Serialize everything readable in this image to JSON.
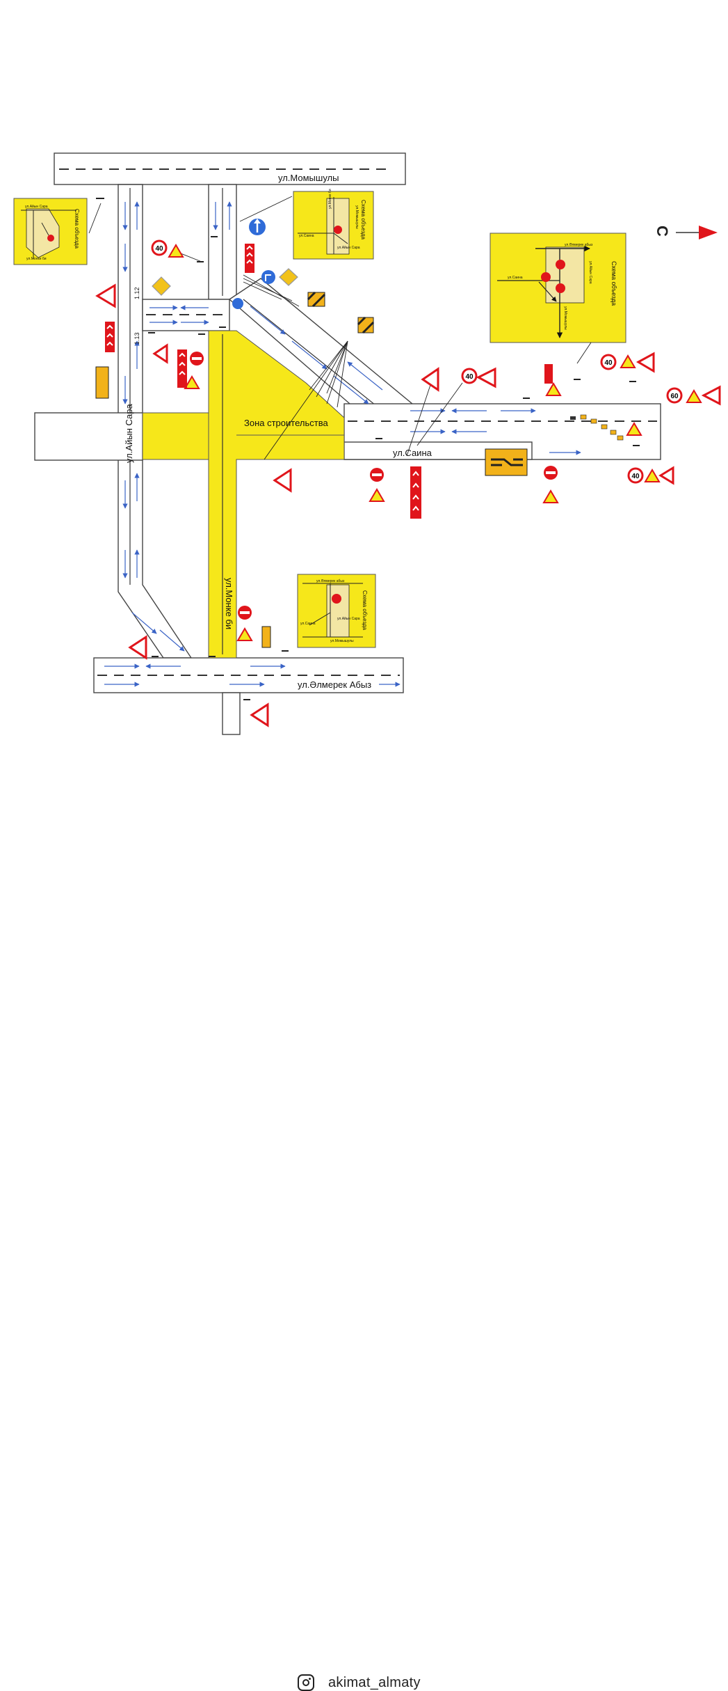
{
  "map": {
    "streets": {
      "momyshuly": "ул.Момышулы",
      "aiyn_sara": "ул.Айын Сара",
      "saina": "ул.Саина",
      "monke_bi": "ул.Монке би",
      "olmerek_abyz": "ул.Әлмерек Абыз"
    },
    "construction_zone": "Зона строительства",
    "north_marker": "С",
    "sign_markings": {
      "m1": "1.12",
      "m2": "1.13"
    },
    "speed_limits": [
      "40",
      "40",
      "40",
      "40",
      "60"
    ],
    "detour_schemes": {
      "title": "Схема объезда",
      "scheme_top_left": {
        "title": "Схема объезда",
        "labels": [
          "ул.Айын Сара",
          "ул.Монке би"
        ]
      },
      "scheme_top_center": {
        "title": "Схема объезда",
        "labels": [
          "ул.Саина",
          "ул.Айын Сара",
          "ул.Монке би",
          "ул.Момышулы"
        ]
      },
      "scheme_right": {
        "title": "Схема объезда",
        "labels": [
          "ул.Әлмерек абыз",
          "ул.Саина",
          "ул.Айын Сара",
          "ул.Момышулы"
        ]
      },
      "scheme_bottom": {
        "title": "Схема объезда",
        "labels": [
          "ул.Әлмерек абыз",
          "ул.Айын Сара",
          "ул.Момышулы",
          "ул.Саина"
        ]
      }
    },
    "colors": {
      "yellow": "#f6e71a",
      "sign_red": "#e0151b",
      "arrow_blue": "#3a63c6",
      "info_blue": "#2f6bd8",
      "north_arrow": "#e0151b"
    }
  },
  "footer": {
    "icon": "instagram-icon",
    "handle": "akimat_almaty"
  }
}
